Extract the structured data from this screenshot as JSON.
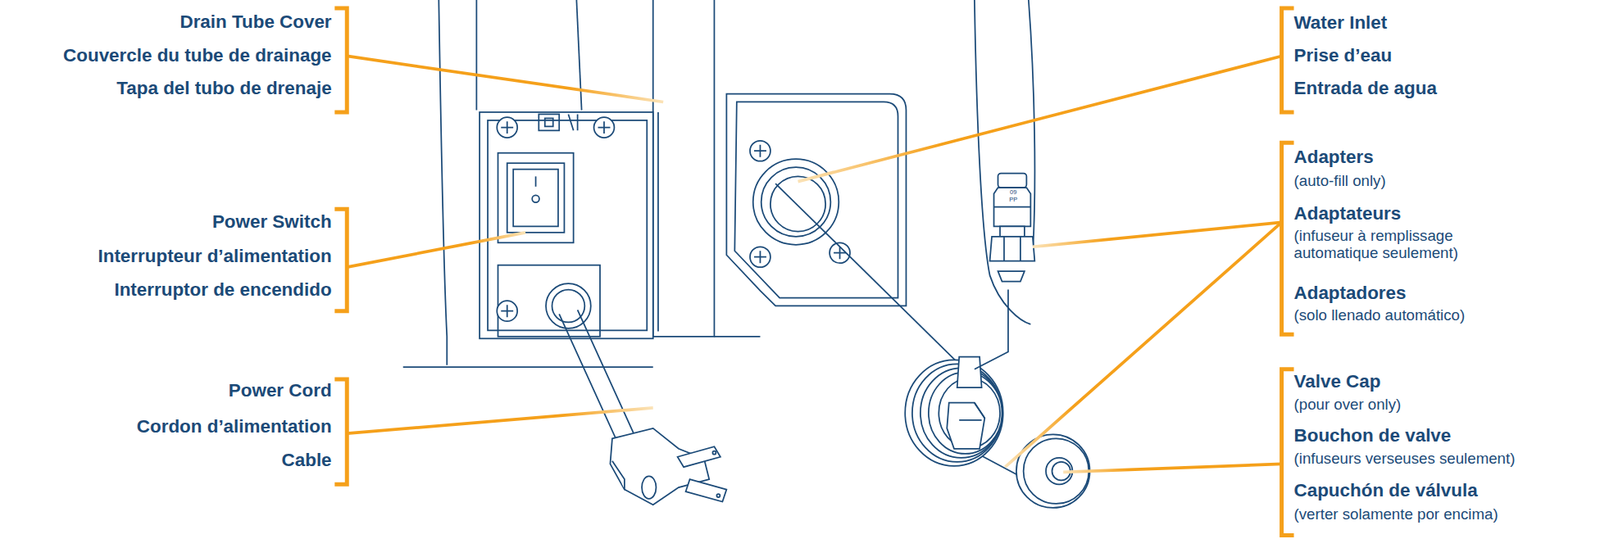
{
  "diagram": {
    "labels": [
      "Drain Tube Cover",
      "Couvercle du tube de drainage",
      "Tapa del tubo de drenaje",
      "Power Switch",
      "Interrupteur d’alimentation",
      "Interruptor de encendido",
      "Power Cord",
      "Cordon d’alimentation",
      "Cable",
      "Water Inlet",
      "Prise d’eau",
      "Entrada de agua",
      "Adapters",
      "(auto-fill only)",
      "Adaptateurs",
      "(infuseur à remplissage automatique seulement)",
      "Adaptadores",
      "(solo llenado automático)",
      "Valve Cap",
      "(pour over only)",
      "Bouchon de valve",
      "(infuseurs verseuses seulement)",
      "Capuchón de válvula",
      "(verter solamente por encima)",
      "09",
      "PP"
    ]
  }
}
